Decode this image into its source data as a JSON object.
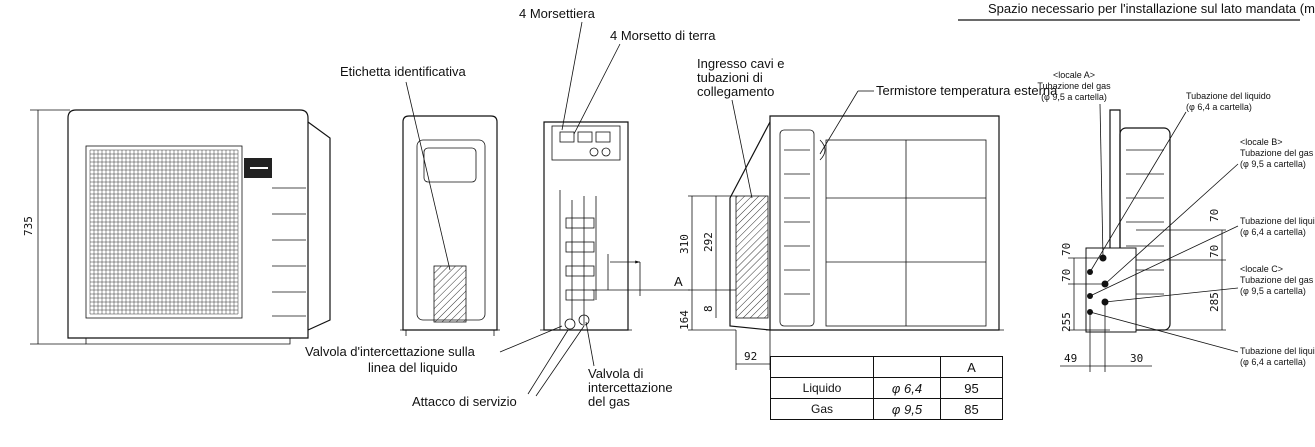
{
  "header": {
    "title": "Spazio necessario per l'installazione sul lato mandata (mm)"
  },
  "labels": {
    "morsettiera": "4 Morsettiera",
    "morsetto_terra": "4 Morsetto di terra",
    "etichetta": "Etichetta identificativa",
    "ingresso_cavi": [
      "Ingresso cavi e",
      "tubazioni di",
      "collegamento"
    ],
    "termistore": "Termistore temperatura esterna",
    "valvola_liquido": [
      "Valvola d'intercettazione sulla",
      "linea del liquido"
    ],
    "valvola_gas": [
      "Valvola di",
      "intercettazione",
      "del gas"
    ],
    "attacco_servizio": "Attacco di servizio",
    "marker_a": "A"
  },
  "ports": [
    {
      "title": [
        "<locale A>",
        "Tubazione del gas",
        "(φ 9,5 a cartella)"
      ]
    },
    {
      "title": [
        "Tubazione del liquido",
        "(φ 6,4 a cartella)"
      ]
    },
    {
      "title": [
        "<locale B>",
        "Tubazione del gas",
        "(φ 9,5 a cartella)"
      ]
    },
    {
      "title": [
        "Tubazione del liquido",
        "(φ 6,4 a cartella)"
      ]
    },
    {
      "title": [
        "<locale C>",
        "Tubazione del gas",
        "(φ 9,5 a cartella)"
      ]
    },
    {
      "title": [
        "Tubazione del liquido",
        "(φ 6,4 a cartella)"
      ]
    }
  ],
  "dimensions": {
    "height": "735",
    "d310": "310",
    "d292": "292",
    "d164": "164",
    "d8": "8",
    "d92": "92",
    "r70a": "70",
    "r70b": "70",
    "r255": "255",
    "r70c": "70",
    "r70d": "70",
    "r285": "285",
    "r49": "49",
    "r30": "30"
  },
  "table": {
    "header": [
      "",
      "",
      "A"
    ],
    "rows": [
      [
        "Liquido",
        "φ 6,4",
        "95"
      ],
      [
        "Gas",
        "φ 9,5",
        "85"
      ]
    ]
  },
  "colors": {
    "line": "#111111",
    "hatch": "#333333"
  }
}
